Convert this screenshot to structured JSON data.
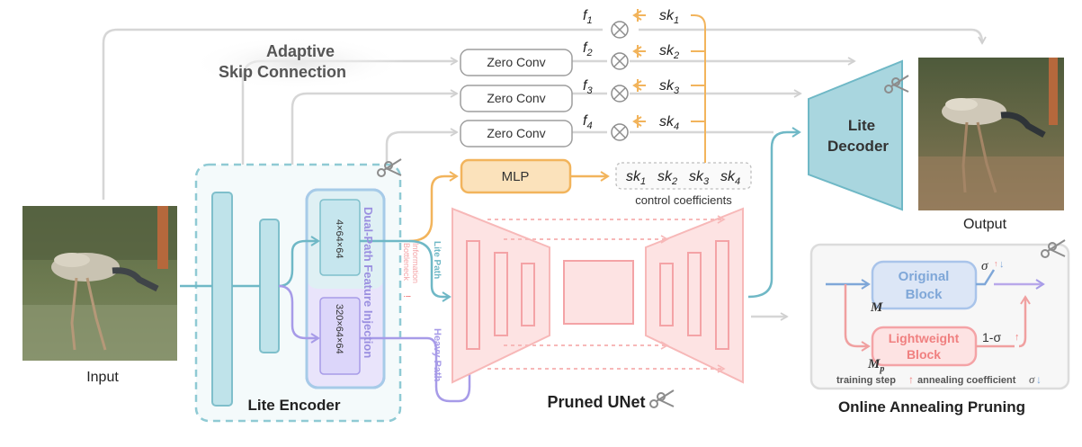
{
  "labels": {
    "input": "Input",
    "output": "Output",
    "lite_encoder": "Lite Encoder",
    "lite_decoder_line1": "Lite",
    "lite_decoder_line2": "Decoder",
    "pruned_unet": "Pruned UNet",
    "adaptive_line1": "Adaptive",
    "adaptive_line2": "Skip Connection",
    "dual_path": "Dual-Path Feature Injection",
    "info_line1": "Information",
    "info_line2": "Bottleneck",
    "lite_path": "Lite Path",
    "heavy_path": "Heavy Path",
    "tensor_small": "4×64×64",
    "tensor_large": "320×64×64",
    "zero_conv": "Zero Conv",
    "mlp": "MLP",
    "control_coefficients": "control coefficients",
    "online_annealing": "Online Annealing Pruning",
    "original_block_line1": "Original",
    "original_block_line2": "Block",
    "lightweight_block_line1": "Lightweight",
    "lightweight_block_line2": "Block",
    "m": "M",
    "mp": "M",
    "mp_sub": "p",
    "sigma": "σ",
    "one_minus_sigma": "1-σ",
    "training_step": "training step",
    "annealing_coefficient": "annealing coefficient"
  },
  "f_labels": [
    "f",
    "f",
    "f",
    "f"
  ],
  "f_subs": [
    "1",
    "2",
    "3",
    "4"
  ],
  "sk_labels": [
    "sk",
    "sk",
    "sk",
    "sk"
  ],
  "sk_subs": [
    "1",
    "2",
    "3",
    "4"
  ],
  "colors": {
    "teal": "#6fb8c6",
    "teal_fill": "#a9d6df",
    "orange": "#f2b45c",
    "orange_fill": "#fbe2bb",
    "pink": "#f4a3a6",
    "pink_fill": "#fde3e3",
    "purple": "#a79be8",
    "gray_line": "#d6d6d6",
    "blue_block": "#a9c4ea",
    "red_arrow": "#f08080"
  }
}
